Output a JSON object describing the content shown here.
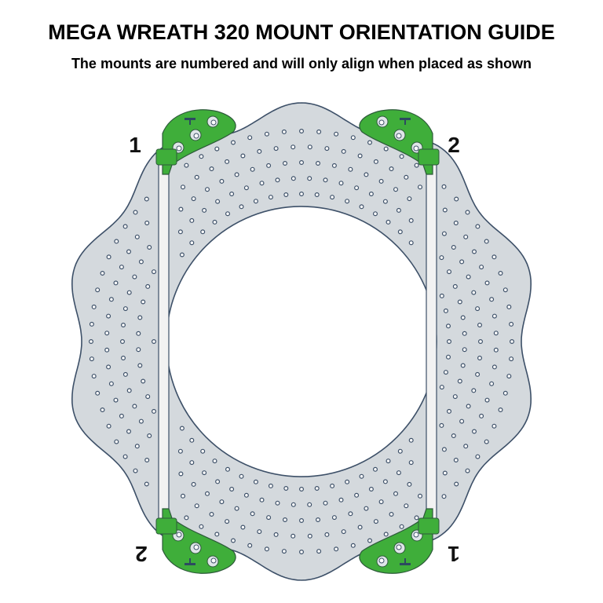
{
  "title": "MEGA WREATH 320 MOUNT ORIENTATION GUIDE",
  "subtitle": "The mounts are numbered and will only align when placed as shown",
  "mounts": [
    {
      "position": "top-left",
      "number": "1",
      "upside_down": false
    },
    {
      "position": "top-right",
      "number": "2",
      "upside_down": false
    },
    {
      "position": "bottom-left",
      "number": "2",
      "upside_down": true
    },
    {
      "position": "bottom-right",
      "number": "1",
      "upside_down": true
    }
  ],
  "colors": {
    "wreath": "#d4d9dd",
    "outline": "#3d5068",
    "mount": "#3fae3a",
    "rod": "#f2f2f2"
  }
}
